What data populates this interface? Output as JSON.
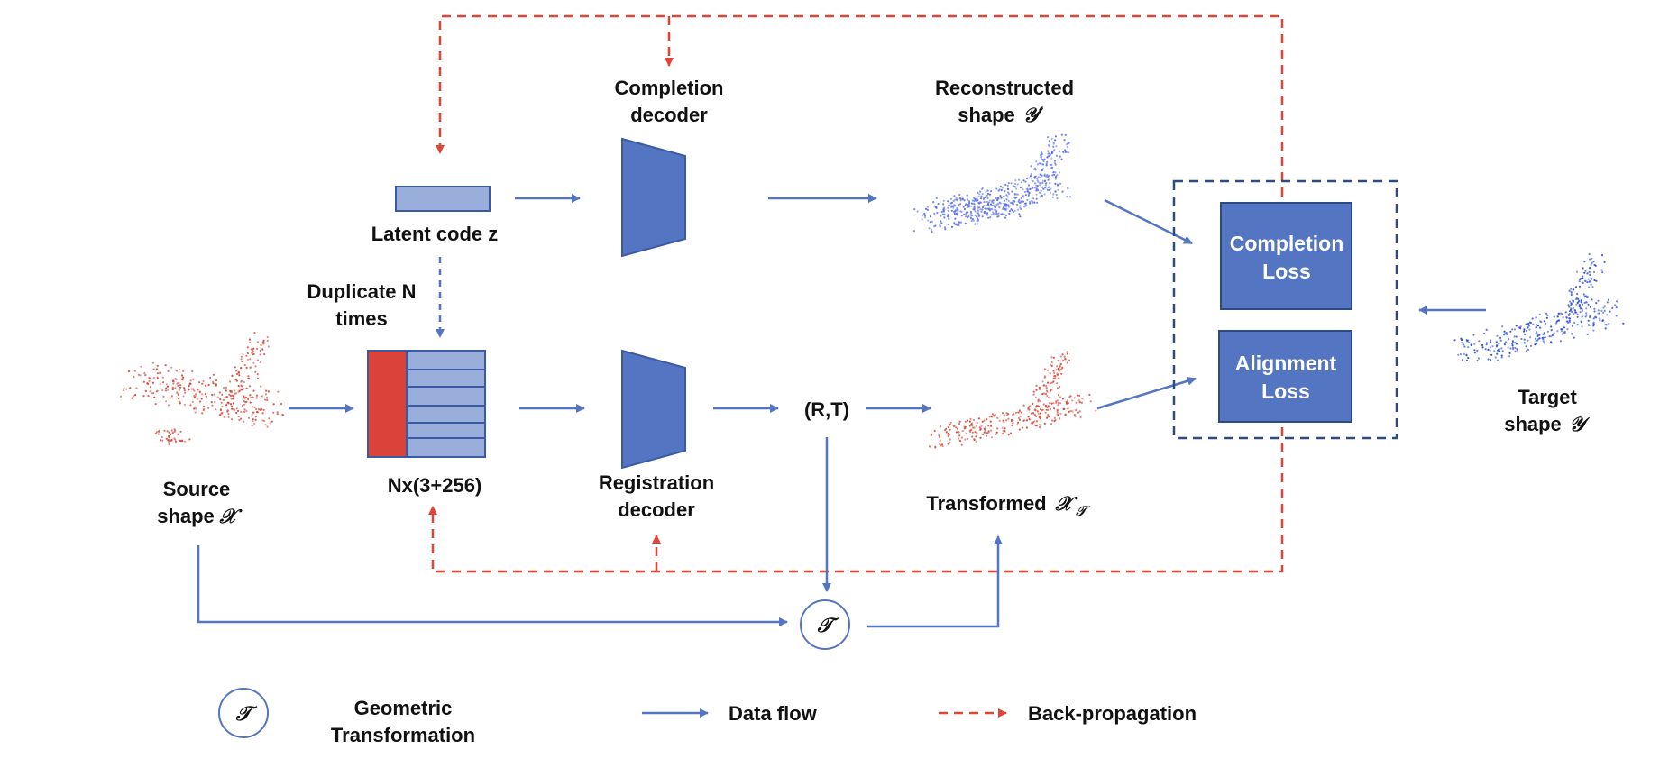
{
  "colors": {
    "flow": "#5475c2",
    "backprop": "#e0453a",
    "block": "#5475c2",
    "block_border": "#3b5aa3",
    "latent": "#9aaedb",
    "red_block": "#d9433a",
    "loss_box_border": "#2f4a80",
    "source_points": "#d64a3c",
    "target_points": "#2f4fd8",
    "reconstructed_points": "#5d72ea"
  },
  "labels": {
    "completion_decoder": [
      "Completion",
      "decoder"
    ],
    "reconstructed_shape": [
      "Reconstructed",
      "shape"
    ],
    "reconstructed_symbol": "𝒴′",
    "latent_code": "Latent code z",
    "duplicate": [
      "Duplicate N",
      "times"
    ],
    "matrix": "Nx(3+256)",
    "source_shape": [
      "Source",
      "shape"
    ],
    "source_symbol": "𝒳",
    "registration_decoder": [
      "Registration",
      "decoder"
    ],
    "rt": "(R,T)",
    "transformed": "Transformed",
    "transformed_symbol": "𝒳",
    "transformed_sub": "𝒯",
    "completion_loss": [
      "Completion",
      "Loss"
    ],
    "alignment_loss": [
      "Alignment",
      "Loss"
    ],
    "target_shape": [
      "Target",
      "shape"
    ],
    "target_symbol": "𝒴",
    "transform_symbol": "𝒯"
  },
  "legend": {
    "symbol": "𝒯",
    "geometric": [
      "Geometric",
      "Transformation"
    ],
    "data_flow": "Data flow",
    "back_propagation": "Back-propagation"
  }
}
